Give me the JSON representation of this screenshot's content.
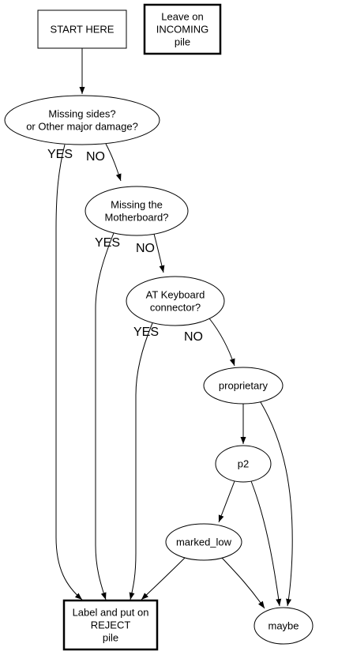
{
  "diagram": {
    "nodes": [
      {
        "id": "start",
        "shape": "box",
        "lines": [
          "START HERE"
        ]
      },
      {
        "id": "incoming",
        "shape": "box-bold",
        "lines": [
          "Leave on",
          "INCOMING",
          "pile"
        ]
      },
      {
        "id": "missing_sides",
        "shape": "ellipse",
        "lines": [
          "Missing sides?",
          "or Other major damage?"
        ]
      },
      {
        "id": "missing_mobo",
        "shape": "ellipse",
        "lines": [
          "Missing the",
          "Motherboard?"
        ]
      },
      {
        "id": "at_keyboard",
        "shape": "ellipse",
        "lines": [
          "AT Keyboard",
          "connector?"
        ]
      },
      {
        "id": "proprietary",
        "shape": "ellipse",
        "lines": [
          "proprietary"
        ]
      },
      {
        "id": "p2",
        "shape": "ellipse",
        "lines": [
          "p2"
        ]
      },
      {
        "id": "marked_low",
        "shape": "ellipse",
        "lines": [
          "marked_low"
        ]
      },
      {
        "id": "reject",
        "shape": "box-bold",
        "lines": [
          "Label and put on",
          "REJECT",
          "pile"
        ]
      },
      {
        "id": "maybe",
        "shape": "ellipse",
        "lines": [
          "maybe"
        ]
      }
    ],
    "edges": [
      {
        "from": "start",
        "to": "missing_sides",
        "label": ""
      },
      {
        "from": "missing_sides",
        "to": "reject",
        "label": "YES"
      },
      {
        "from": "missing_sides",
        "to": "missing_mobo",
        "label": "NO"
      },
      {
        "from": "missing_mobo",
        "to": "reject",
        "label": "YES"
      },
      {
        "from": "missing_mobo",
        "to": "at_keyboard",
        "label": "NO"
      },
      {
        "from": "at_keyboard",
        "to": "reject",
        "label": "YES"
      },
      {
        "from": "at_keyboard",
        "to": "proprietary",
        "label": "NO"
      },
      {
        "from": "proprietary",
        "to": "p2",
        "label": ""
      },
      {
        "from": "proprietary",
        "to": "maybe",
        "label": ""
      },
      {
        "from": "p2",
        "to": "marked_low",
        "label": ""
      },
      {
        "from": "p2",
        "to": "maybe",
        "label": ""
      },
      {
        "from": "marked_low",
        "to": "reject",
        "label": ""
      },
      {
        "from": "marked_low",
        "to": "maybe",
        "label": ""
      }
    ]
  }
}
